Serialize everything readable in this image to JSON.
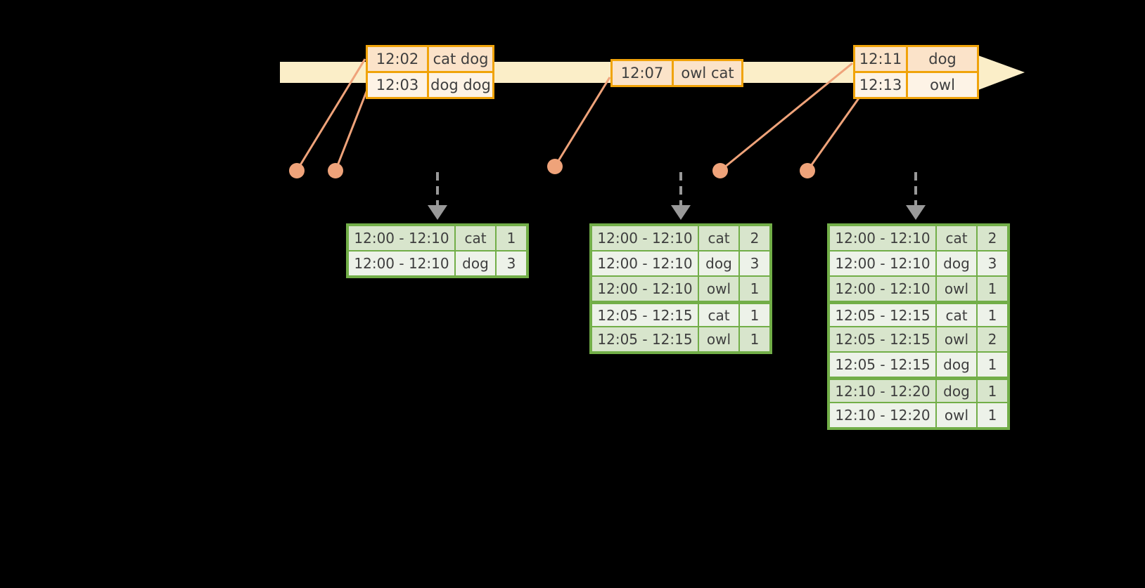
{
  "palette": {
    "background": "#000000",
    "timeline_fill": "#FBEEC8",
    "event_border": "#F0A30A",
    "event_row_dark": "#FBE3C9",
    "event_row_light": "#FDF3E6",
    "connector": "#EFA37A",
    "trigger_arrow": "#999999",
    "result_border": "#72AE48",
    "result_row_dark": "#D8E5CC",
    "result_row_light": "#EDF2E9",
    "text": "#3E3E3E"
  },
  "icons": {
    "timeline_arrow": "right-block-arrow",
    "trigger_arrow": "dashed-down-arrow",
    "event_dot": "filled-circle"
  },
  "event_tables": [
    {
      "rows": [
        {
          "time": "12:02",
          "words": "cat dog"
        },
        {
          "time": "12:03",
          "words": "dog dog"
        }
      ]
    },
    {
      "rows": [
        {
          "time": "12:07",
          "words": "owl cat"
        }
      ]
    },
    {
      "rows": [
        {
          "time": "12:11",
          "words": "dog"
        },
        {
          "time": "12:13",
          "words": "owl"
        }
      ]
    }
  ],
  "result_tables": [
    {
      "rows": [
        {
          "window": "12:00 - 12:10",
          "animal": "cat",
          "count": "1"
        },
        {
          "window": "12:00 - 12:10",
          "animal": "dog",
          "count": "3"
        }
      ]
    },
    {
      "rows": [
        {
          "window": "12:00 - 12:10",
          "animal": "cat",
          "count": "2"
        },
        {
          "window": "12:00 - 12:10",
          "animal": "dog",
          "count": "3"
        },
        {
          "window": "12:00 - 12:10",
          "animal": "owl",
          "count": "1"
        },
        {
          "window": "12:05 - 12:15",
          "animal": "cat",
          "count": "1"
        },
        {
          "window": "12:05 - 12:15",
          "animal": "owl",
          "count": "1"
        }
      ]
    },
    {
      "rows": [
        {
          "window": "12:00 - 12:10",
          "animal": "cat",
          "count": "2"
        },
        {
          "window": "12:00 - 12:10",
          "animal": "dog",
          "count": "3"
        },
        {
          "window": "12:00 - 12:10",
          "animal": "owl",
          "count": "1"
        },
        {
          "window": "12:05 - 12:15",
          "animal": "cat",
          "count": "1"
        },
        {
          "window": "12:05 - 12:15",
          "animal": "owl",
          "count": "2"
        },
        {
          "window": "12:05 - 12:15",
          "animal": "dog",
          "count": "1"
        },
        {
          "window": "12:10 - 12:20",
          "animal": "dog",
          "count": "1"
        },
        {
          "window": "12:10 - 12:20",
          "animal": "owl",
          "count": "1"
        }
      ]
    }
  ]
}
